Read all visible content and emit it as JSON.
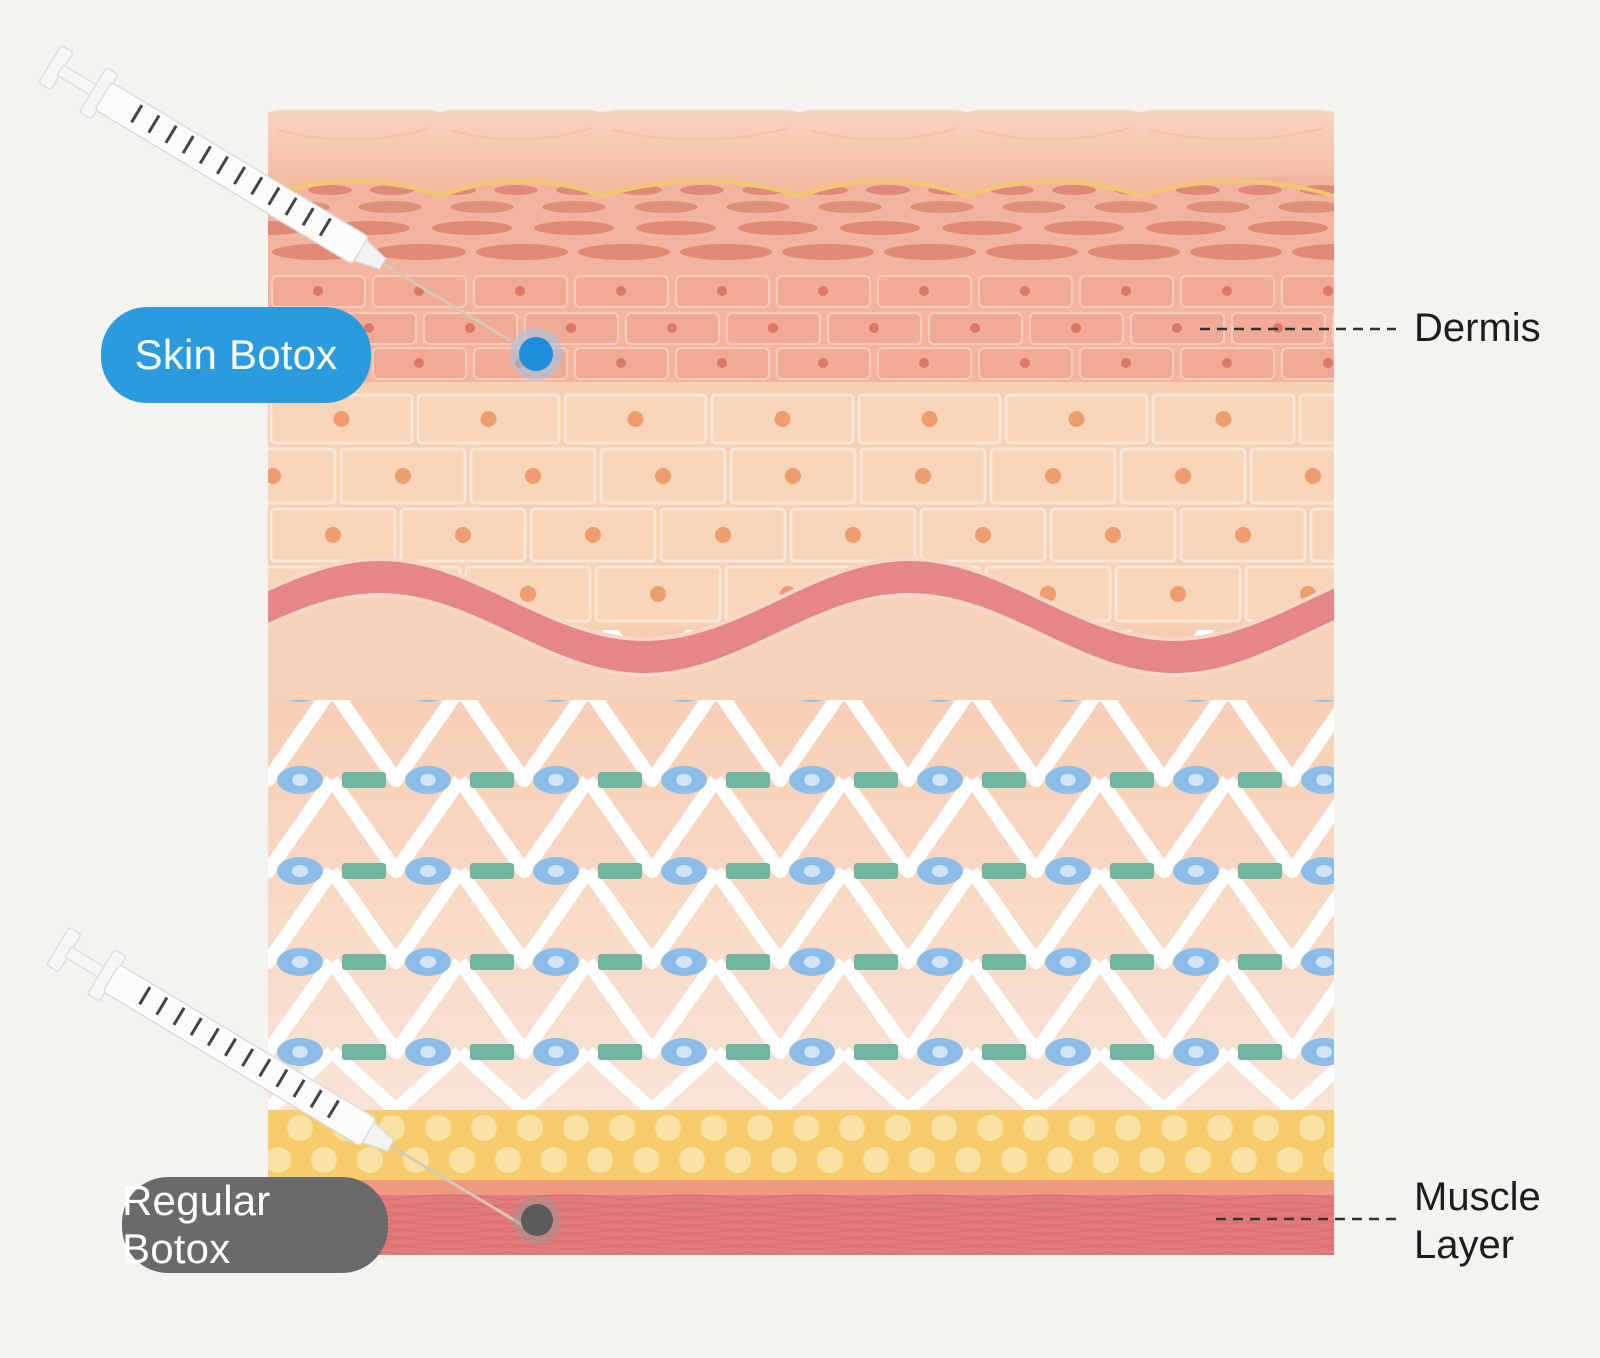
{
  "labels": {
    "skin_botox": "Skin Botox",
    "regular_botox": "Regular Botox",
    "dermis": "Dermis",
    "muscle_line1": "Muscle",
    "muscle_line2": "Layer"
  },
  "colors": {
    "background": "#f4f3ef",
    "skin_botox_accent": "#2b9be0",
    "regular_botox_accent": "#6a6a6a",
    "epidermis_top": "#f7c6ae",
    "cell_layer": "#f6d0b3",
    "wavy_membrane": "#e4868a",
    "connective_fiber": "#6fb5a0",
    "fibroblast": "#8cbde8",
    "fat_layer": "#f6cd6a",
    "muscle": "#e27b7b",
    "label_text": "#1d1d1d"
  },
  "icons": [
    "syringe-icon",
    "injection-point-icon"
  ]
}
